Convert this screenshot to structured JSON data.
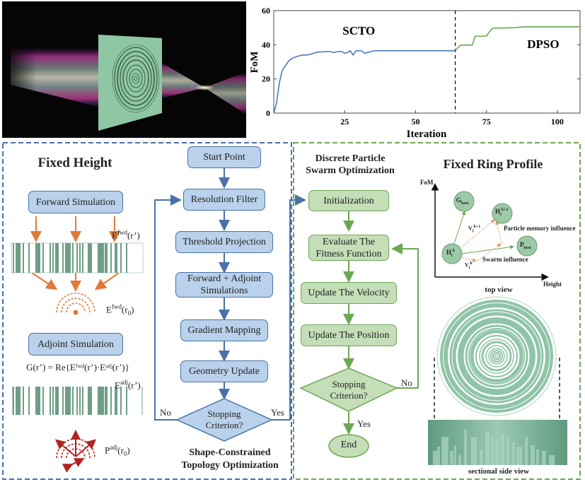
{
  "render": {
    "description": "3D render of metalens with concentric rings focusing light beam",
    "colors": {
      "background": "#050505",
      "lens": "#8fc7a4",
      "beam": "#c74aa8"
    }
  },
  "chart_data": {
    "type": "line",
    "xlabel": "Iteration",
    "ylabel": "FoM",
    "xlim": [
      0,
      108
    ],
    "ylim": [
      0,
      60
    ],
    "xticks": [
      25,
      50,
      75,
      100
    ],
    "yticks": [
      0,
      20,
      40,
      60
    ],
    "grid": false,
    "divider_x": 64,
    "annotations": [
      {
        "text": "SCTO",
        "x": 30,
        "y": 46
      },
      {
        "text": "DPSO",
        "x": 95,
        "y": 38
      }
    ],
    "series": [
      {
        "name": "SCTO",
        "color": "#4a78c0",
        "x": [
          0,
          1,
          2,
          3,
          4,
          5,
          6,
          7,
          8,
          9,
          10,
          11,
          12,
          13,
          14,
          15,
          16,
          17,
          18,
          19,
          20,
          21,
          22,
          23,
          24,
          25,
          26,
          27,
          28,
          29,
          30,
          31,
          32,
          33,
          34,
          35,
          36,
          40,
          45,
          50,
          55,
          60,
          64
        ],
        "y": [
          0,
          6,
          18,
          25,
          27.5,
          30,
          31.5,
          32.5,
          33,
          33.5,
          34,
          34,
          34,
          34.5,
          35,
          35.5,
          35.8,
          35.8,
          36,
          36,
          36,
          35.5,
          35.8,
          36,
          36,
          35,
          35.5,
          36.5,
          34,
          36.5,
          36.5,
          36.5,
          35,
          35.5,
          35.8,
          36.3,
          36.5,
          36.5,
          36.5,
          36.5,
          36.5,
          36.5,
          36.5
        ]
      },
      {
        "name": "DPSO",
        "color": "#6aa84f",
        "x": [
          64,
          65,
          66,
          67,
          68,
          69,
          70,
          71,
          72,
          73,
          74,
          75,
          76,
          77,
          78,
          80,
          85,
          88,
          90,
          95,
          100,
          108
        ],
        "y": [
          36.5,
          38.5,
          39.8,
          39.8,
          39.8,
          39.8,
          39.8,
          45,
          45,
          45,
          45,
          45.2,
          47.5,
          49.5,
          49.8,
          49.8,
          50,
          50.5,
          50.5,
          50.5,
          50.5,
          50.5
        ]
      }
    ]
  },
  "left_panel": {
    "title": "Fixed Height",
    "forward_box": "Forward Simulation",
    "adjoint_box": "Adjoint Simulation",
    "efwd_rp": {
      "base": "E",
      "sup": "fwd",
      "arg": "(r’)"
    },
    "efwd_r0": {
      "base": "E",
      "sup": "fwd",
      "arg": "(r",
      "sub": "0",
      "close": ")"
    },
    "gradient_eq": "G(r’) = Re{Eᶠʷᵈ(r’)·Eᵃᵈʲ(r’)}",
    "eadj_rp": {
      "base": "E",
      "sup": "adj",
      "arg": "(r’)"
    },
    "padj_r0": {
      "base": "P",
      "sup": "adj",
      "arg": "(r",
      "sub": "0",
      "close": ")"
    }
  },
  "scto_flow": {
    "steps": [
      "Start Point",
      "Resolution Filter",
      "Threshold Projection",
      "Forward + Adjoint Simulations",
      "Gradient Mapping",
      "Geometry Update"
    ],
    "decision": "Stopping Criterion?",
    "no_label": "No",
    "yes_label": "Yes",
    "caption_line1": "Shape-Constrained",
    "caption_line2": "Topology Optimization"
  },
  "dpso_flow": {
    "title_line1": "Discrete Particle",
    "title_line2": "Swarm Optimization",
    "steps": [
      "Initialization",
      "Evaluate The Fitness Function",
      "Update The Velocity",
      "Update The Position"
    ],
    "decision": "Stopping Criterion?",
    "no_label": "No",
    "yes_label": "Yes",
    "end": "End"
  },
  "ring_panel": {
    "title": "Fixed Ring Profile",
    "y_axis": "FoM",
    "x_axis": "Height",
    "nodes": {
      "gbest": "G",
      "gbest_sub": "best",
      "h_next": "H",
      "h_next_sub": "i",
      "h_next_sup": "k+1",
      "h": "H",
      "h_sub": "i",
      "h_sup": "k",
      "pbest": "P",
      "pbest_sub": "best"
    },
    "v_next": {
      "base": "V",
      "sub": "i",
      "sup": "k+1"
    },
    "v": {
      "base": "V",
      "sub": "i",
      "sup": "k"
    },
    "memory_label": "Particle memory influence",
    "swarm_label": "Swarm influence",
    "top_view_label": "top view",
    "side_view_label": "sectional side view",
    "colors": {
      "ring": "#8fc4a8",
      "node": "#9cc9a6"
    }
  },
  "colors": {
    "blue_border": "#4a72a8",
    "green_border": "#6ea654",
    "orange": "#e07a3a",
    "red": "#b22222"
  }
}
